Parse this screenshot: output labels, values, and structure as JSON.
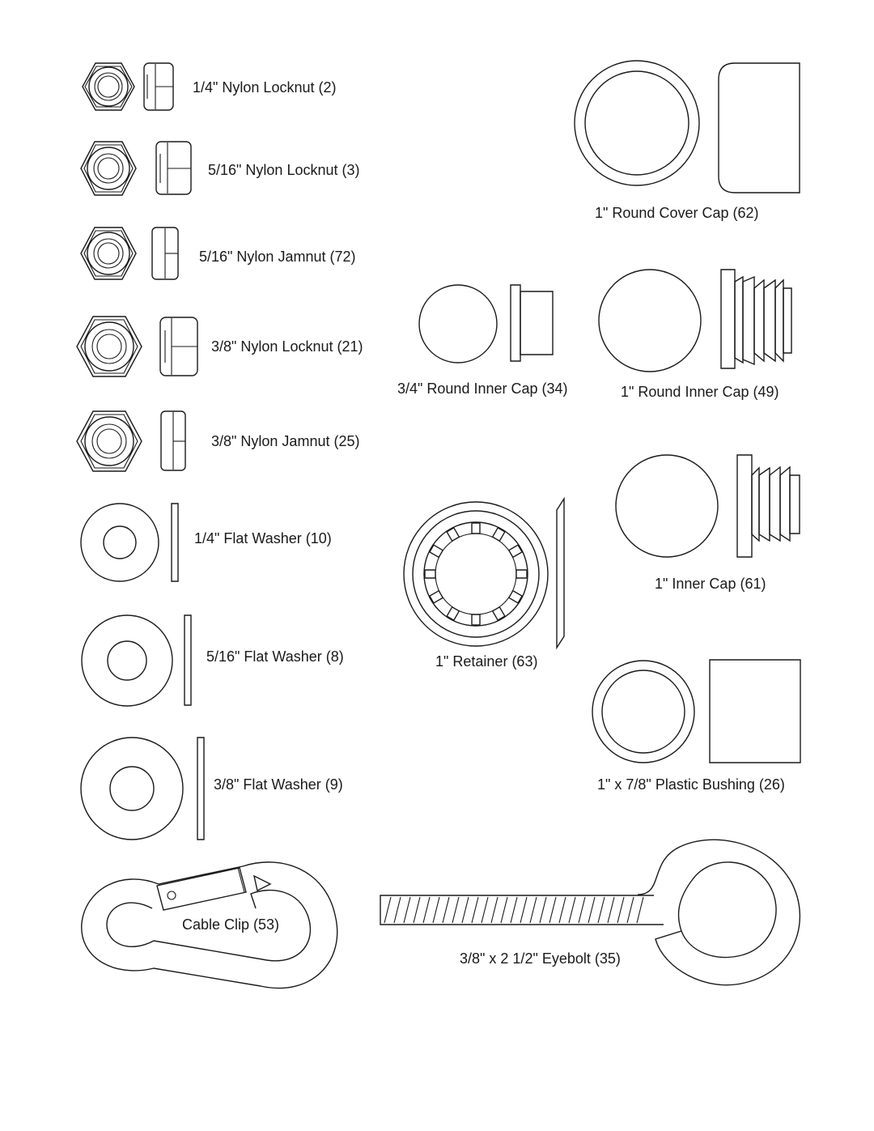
{
  "labels": {
    "nylon_locknut_1_4": "1/4\" Nylon Locknut (2)",
    "nylon_locknut_5_16": "5/16\" Nylon Locknut (3)",
    "nylon_jamnut_5_16": "5/16\" Nylon Jamnut (72)",
    "nylon_locknut_3_8": "3/8\" Nylon Locknut (21)",
    "nylon_jamnut_3_8": "3/8\" Nylon Jamnut (25)",
    "flat_washer_1_4": "1/4\" Flat Washer (10)",
    "flat_washer_5_16": "5/16\" Flat Washer (8)",
    "flat_washer_3_8": "3/8\" Flat Washer (9)",
    "cable_clip": "Cable Clip (53)",
    "round_cover_cap_1": "1\" Round Cover Cap (62)",
    "round_inner_cap_3_4": "3/4\" Round Inner Cap (34)",
    "round_inner_cap_1": "1\" Round Inner Cap (49)",
    "inner_cap_1": "1\" Inner Cap (61)",
    "retainer_1": "1\" Retainer (63)",
    "plastic_bushing": "1\" x 7/8\" Plastic Bushing (26)",
    "eyebolt": "3/8\" x 2 1/2\" Eyebolt (35)"
  }
}
